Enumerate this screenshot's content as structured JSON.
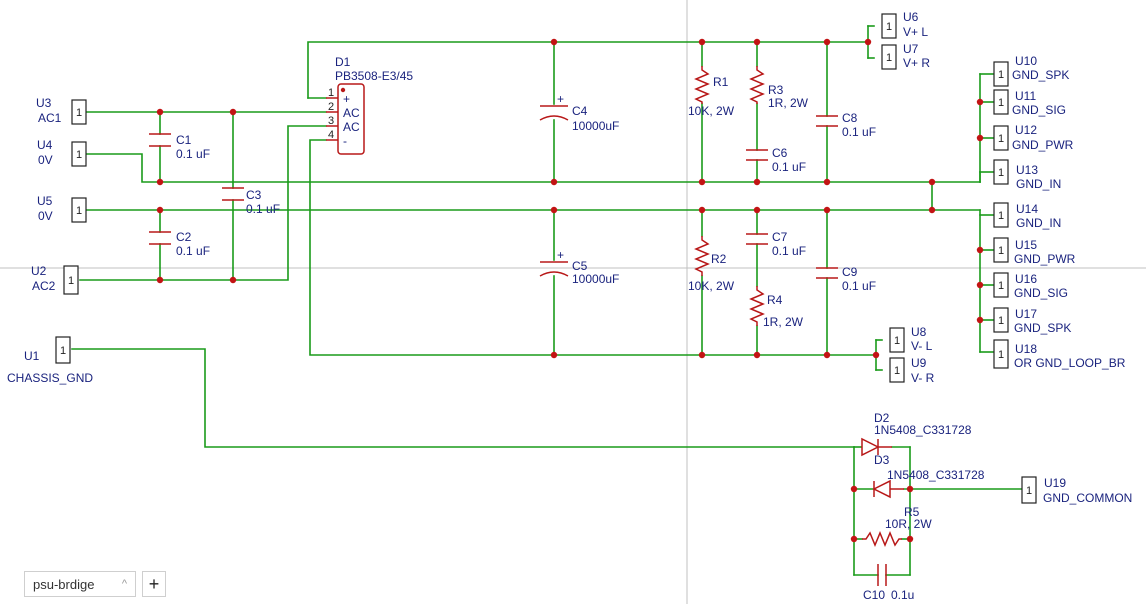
{
  "schematic": {
    "connectors": {
      "U1": {
        "ref": "U1",
        "name": "CHASSIS_GND",
        "pin": "1"
      },
      "U2": {
        "ref": "U2",
        "name": "AC2",
        "pin": "1"
      },
      "U3": {
        "ref": "U3",
        "name": "AC1",
        "pin": "1"
      },
      "U4": {
        "ref": "U4",
        "name": "0V",
        "pin": "1"
      },
      "U5": {
        "ref": "U5",
        "name": "0V",
        "pin": "1"
      },
      "U6": {
        "ref": "U6",
        "name": "V+ L",
        "pin": "1"
      },
      "U7": {
        "ref": "U7",
        "name": "V+ R",
        "pin": "1"
      },
      "U8": {
        "ref": "U8",
        "name": "V- L",
        "pin": "1"
      },
      "U9": {
        "ref": "U9",
        "name": "V- R",
        "pin": "1"
      },
      "U10": {
        "ref": "U10",
        "name": "GND_SPK",
        "pin": "1"
      },
      "U11": {
        "ref": "U11",
        "name": "GND_SIG",
        "pin": "1"
      },
      "U12": {
        "ref": "U12",
        "name": "GND_PWR",
        "pin": "1"
      },
      "U13": {
        "ref": "U13",
        "name": "GND_IN",
        "pin": "1"
      },
      "U14": {
        "ref": "U14",
        "name": "GND_IN",
        "pin": "1"
      },
      "U15": {
        "ref": "U15",
        "name": "GND_PWR",
        "pin": "1"
      },
      "U16": {
        "ref": "U16",
        "name": "GND_SIG",
        "pin": "1"
      },
      "U17": {
        "ref": "U17",
        "name": "GND_SPK",
        "pin": "1"
      },
      "U18": {
        "ref": "U18",
        "name": "OR GND_LOOP_BR",
        "pin": "1"
      },
      "U19": {
        "ref": "U19",
        "name": "GND_COMMON",
        "pin": "1"
      }
    },
    "bridge": {
      "ref": "D1",
      "value": "PB3508-E3/45",
      "pins": [
        "1",
        "2",
        "3",
        "4"
      ],
      "labels": [
        "+",
        "AC",
        "AC",
        "-"
      ]
    },
    "capacitors": {
      "C1": {
        "ref": "C1",
        "value": "0.1 uF"
      },
      "C2": {
        "ref": "C2",
        "value": "0.1 uF"
      },
      "C3": {
        "ref": "C3",
        "value": "0.1 uF"
      },
      "C4": {
        "ref": "C4",
        "value": "10000uF"
      },
      "C5": {
        "ref": "C5",
        "value": "10000uF"
      },
      "C6": {
        "ref": "C6",
        "value": "0.1 uF"
      },
      "C7": {
        "ref": "C7",
        "value": "0.1 uF"
      },
      "C8": {
        "ref": "C8",
        "value": "0.1 uF"
      },
      "C9": {
        "ref": "C9",
        "value": "0.1 uF"
      },
      "C10": {
        "ref": "C10",
        "value": "0.1u"
      }
    },
    "resistors": {
      "R1": {
        "ref": "R1",
        "value": "10K, 2W"
      },
      "R2": {
        "ref": "R2",
        "value": "10K, 2W"
      },
      "R3": {
        "ref": "R3",
        "value": "1R, 2W"
      },
      "R4": {
        "ref": "R4",
        "value": "1R, 2W"
      },
      "R5": {
        "ref": "R5",
        "value": "10R, 2W"
      }
    },
    "diodes": {
      "D2": {
        "ref": "D2",
        "value": "1N5408_C331728"
      },
      "D3": {
        "ref": "D3",
        "value": "1N5408_C331728"
      }
    },
    "polarity_mark": "+"
  },
  "tabs": {
    "active": "psu-brdige",
    "add_label": "+",
    "chevron": "^"
  },
  "colors": {
    "wire": "#1a9b1a",
    "component": "#b81818",
    "junction": "#c21414",
    "label": "#1a237e"
  }
}
